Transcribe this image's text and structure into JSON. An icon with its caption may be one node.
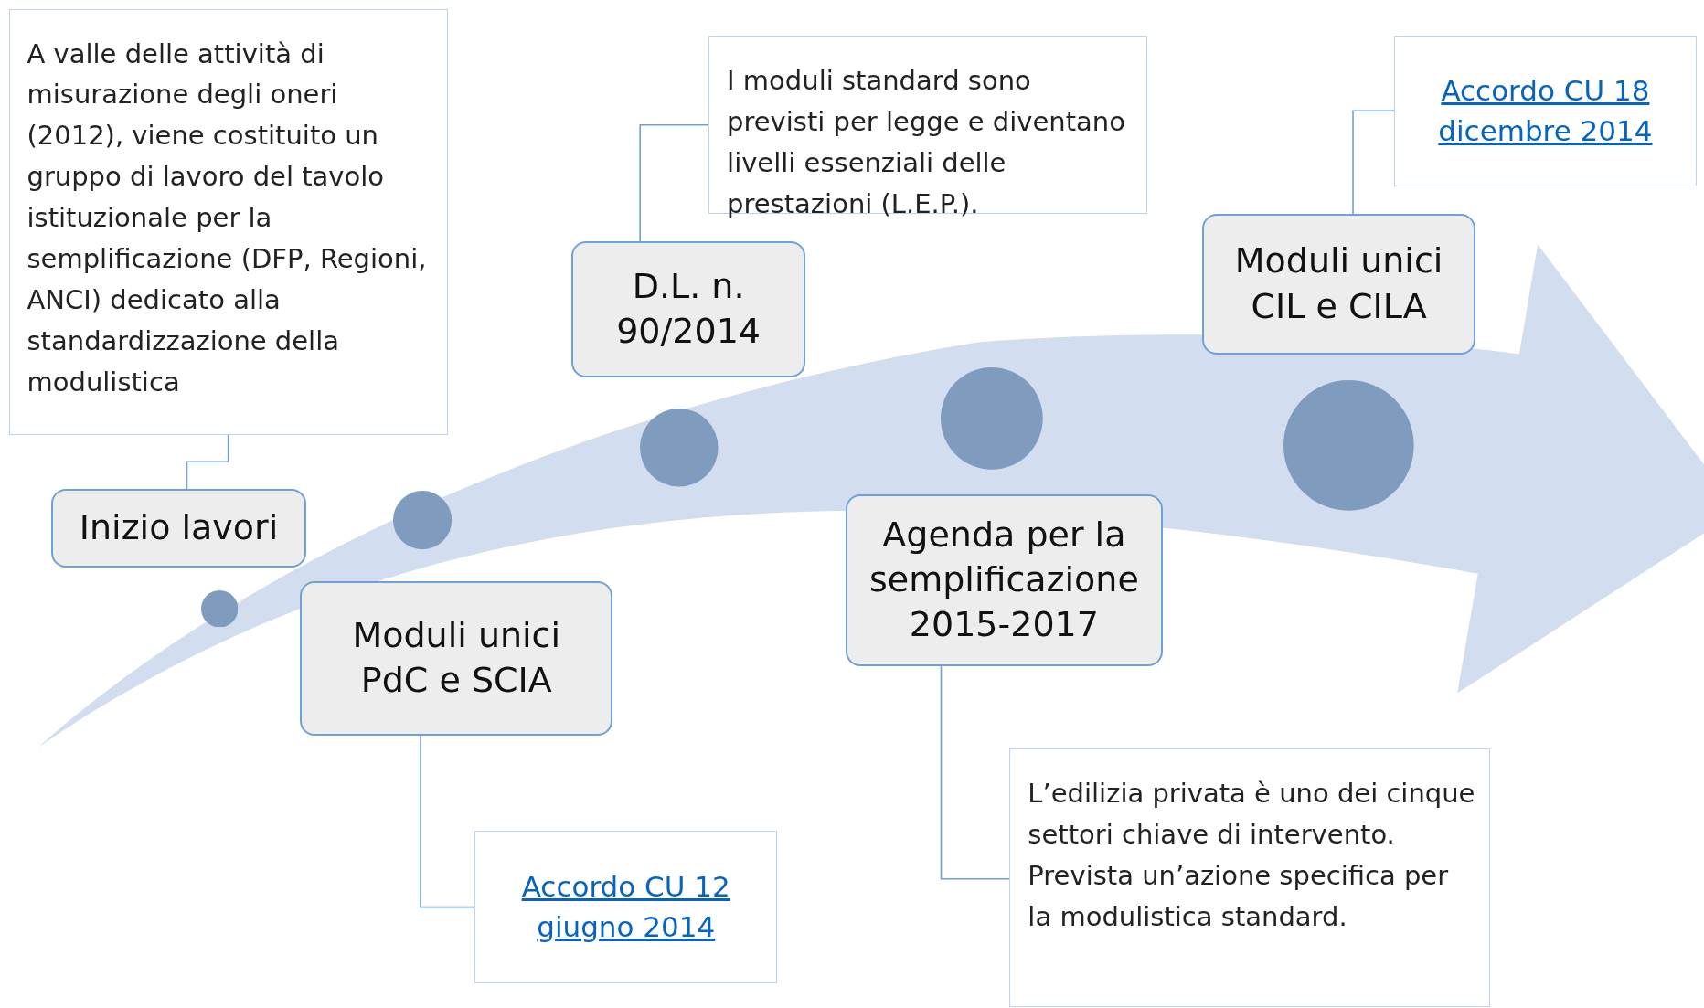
{
  "diagram": {
    "nodes": [
      {
        "text": [
          "Inizio lavori"
        ]
      },
      {
        "text": [
          "A valle delle attività di misurazione degli oneri (2012), viene costituito un gruppo di lavoro del tavolo istituzionale per la semplificazione  (DFP, Regioni, ANCI) dedicato alla standardizzazione della modulistica"
        ]
      },
      {
        "text": [
          "Moduli unici PdC e SCIA"
        ]
      },
      {
        "text": [
          "Accordo CU 12 giugno 2014"
        ]
      },
      {
        "text": [
          "D.L. n. 90/2014"
        ]
      },
      {
        "text": [
          "I moduli standard sono previsti per legge e diventano livelli essenziali delle prestazioni (L.E.P.)."
        ]
      },
      {
        "text": [
          "Agenda per la semplificazione 2015-2017"
        ]
      },
      {
        "text": [
          "L’edilizia privata è uno dei cinque settori chiave di intervento. Prevista un’azione specifica per la modulistica standard."
        ]
      },
      {
        "text": [
          "Moduli unici CIL e CILA"
        ]
      },
      {
        "text": [
          "Accordo CU 18 dicembre 2014"
        ]
      },
      {
        "text": [],
        "shape": "circle"
      },
      {
        "text": [],
        "shape": "circle"
      },
      {
        "text": [],
        "shape": "circle"
      },
      {
        "text": [],
        "shape": "circle"
      },
      {
        "text": [],
        "shape": "circle"
      }
    ],
    "edges": [
      {
        "from": 0,
        "to": 1,
        "arrow": "none"
      },
      {
        "from": 2,
        "to": 3,
        "arrow": "none"
      },
      {
        "from": 4,
        "to": 5,
        "arrow": "none"
      },
      {
        "from": 6,
        "to": 7,
        "arrow": "none"
      },
      {
        "from": 8,
        "to": 9,
        "arrow": "none"
      }
    ]
  }
}
